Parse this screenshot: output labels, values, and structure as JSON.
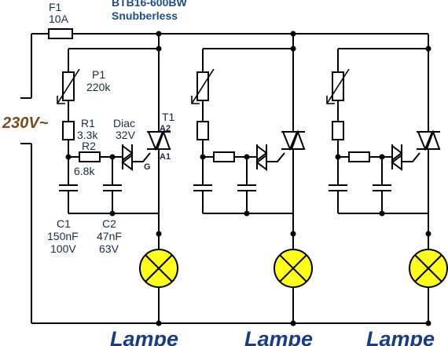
{
  "header": {
    "triac_type": "BTB16-600BW",
    "triac_note": "Snubberless"
  },
  "fuse": {
    "ref": "F1",
    "value": "10A"
  },
  "supply": {
    "voltage": "230V~"
  },
  "components": {
    "p1": {
      "ref": "P1",
      "value": "220k"
    },
    "r1": {
      "ref": "R1",
      "value": "3.3k"
    },
    "r2": {
      "ref": "R2",
      "value": "6.8k"
    },
    "diac": {
      "ref": "Diac",
      "value": "32V"
    },
    "t1": {
      "ref": "T1",
      "a2": "A2",
      "a1": "A1",
      "g": "G"
    },
    "c1": {
      "ref": "C1",
      "value": "150nF",
      "voltage": "100V"
    },
    "c2": {
      "ref": "C2",
      "value": "47nF",
      "voltage": "63V"
    }
  },
  "lamps": [
    {
      "label": "Lampe"
    },
    {
      "label": "Lampe"
    },
    {
      "label": "Lampe"
    }
  ],
  "colors": {
    "lamp_fill": "#ffff1a",
    "header_text": "#1f4e8c",
    "voltage_text": "#7a4a1a",
    "lamp_text": "#163d86"
  }
}
